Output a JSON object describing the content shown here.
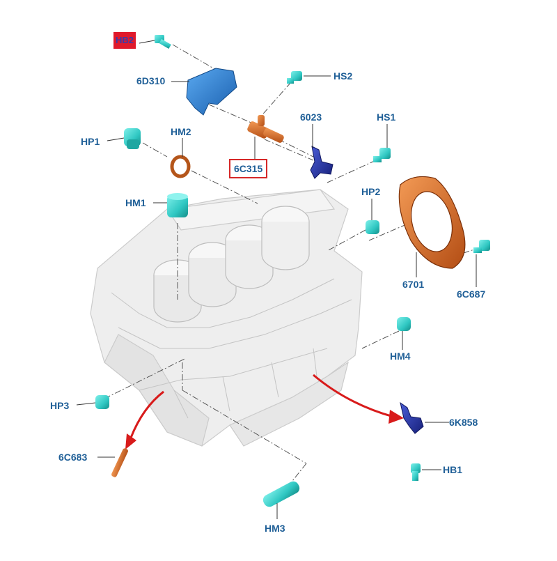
{
  "labels": {
    "hb2": "HB2",
    "bracket": "6D310",
    "hs2": "HS2",
    "sensor": "6C315",
    "bracket_small": "6023",
    "hs1": "HS1",
    "hp1": "HP1",
    "hm2": "HM2",
    "hm1": "HM1",
    "hp2": "HP2",
    "seal_retainer": "6701",
    "bolt_6c687": "6C687",
    "hm4": "HM4",
    "hp3": "HP3",
    "oil_jet": "6K858",
    "dowel": "6C683",
    "hb1": "HB1",
    "hm3": "HM3"
  },
  "colors": {
    "label_text": "#1f5f97",
    "highlight_border": "#d62828",
    "highlight_fill": "#e0192b",
    "fastener_teal": "#2fc7c2",
    "part_blue": "#1e6fc4",
    "part_navy": "#1f2fa0",
    "part_orange": "#d86a28",
    "arrow_red": "#d81b1b",
    "block_gray": "#d6d6d6"
  }
}
